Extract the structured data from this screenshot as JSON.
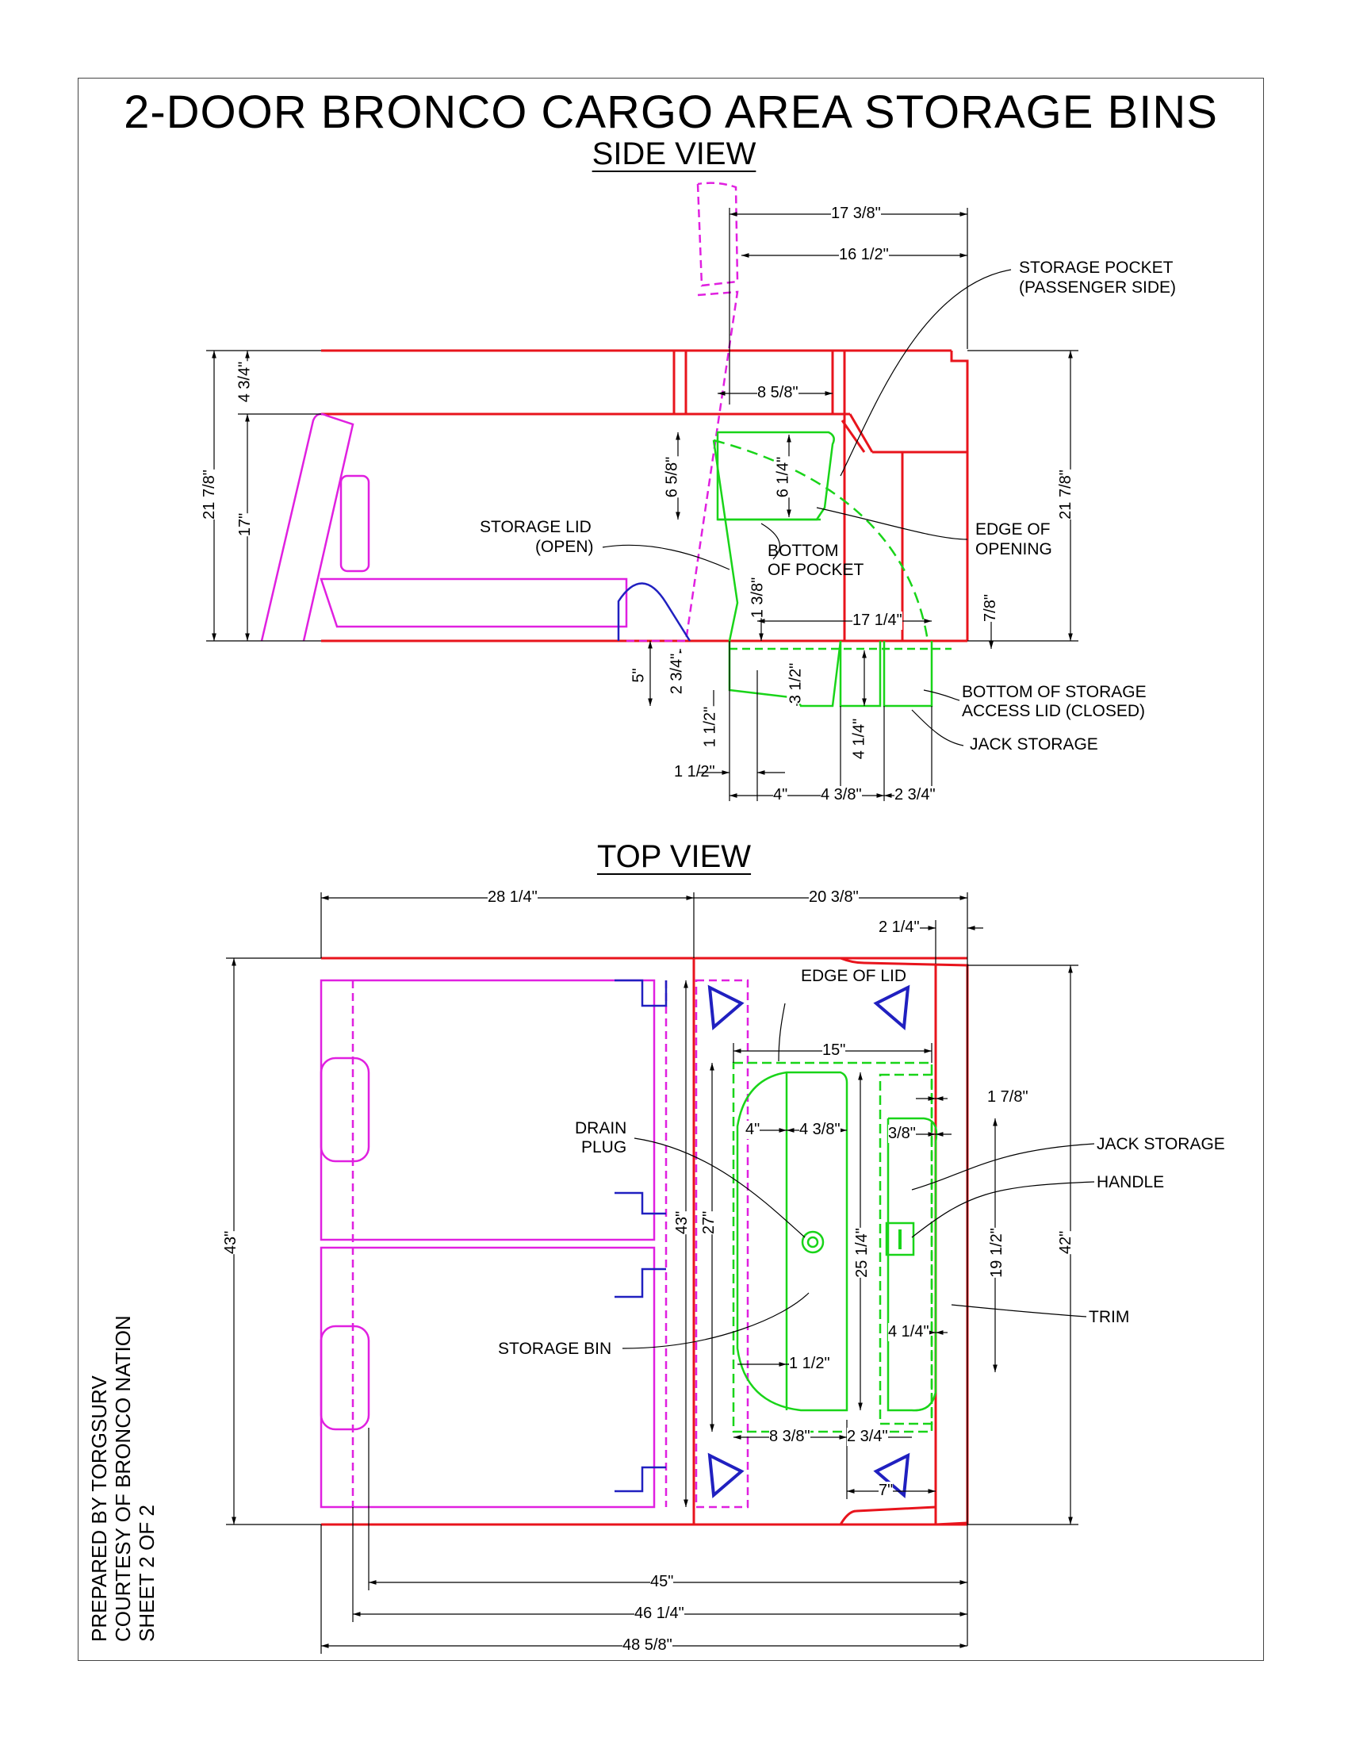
{
  "title": "2-DOOR BRONCO CARGO AREA STORAGE BINS",
  "side_view": {
    "heading": "SIDE VIEW",
    "labels": {
      "storage_pocket_1": "STORAGE POCKET",
      "storage_pocket_2": "(PASSENGER SIDE)",
      "storage_lid_1": "STORAGE LID",
      "storage_lid_2": "(OPEN)",
      "bottom_pocket_1": "BOTTOM",
      "bottom_pocket_2": "OF POCKET",
      "edge_opening_1": "EDGE OF",
      "edge_opening_2": "OPENING",
      "bottom_lid_1": "BOTTOM OF STORAGE",
      "bottom_lid_2": "ACCESS LID (CLOSED)",
      "jack_storage": "JACK STORAGE"
    },
    "dims": {
      "d_17_3_8": "17 3/8\"",
      "d_16_1_2": "16 1/2\"",
      "d_8_5_8": "8 5/8\"",
      "d_4_3_4": "4 3/4\"",
      "d_21_7_8_left": "21 7/8\"",
      "d_17": "17\"",
      "d_21_7_8_right": "21 7/8\"",
      "d_6_5_8": "6 5/8\"",
      "d_6_1_4": "6 1/4\"",
      "d_1_3_8": "1 3/8\"",
      "d_17_1_4": "17 1/4\"",
      "d_7_8": "7/8\"",
      "d_5": "5\"",
      "d_2_3_4": "2 3/4\"",
      "d_3_1_2": "3 1/2\"",
      "d_1_1_2_v": "1 1/2\"",
      "d_4_1_4": "4 1/4\"",
      "d_1_1_2_h": "1 1/2\"",
      "d_4": "4\"",
      "d_4_3_8": "4 3/8\"",
      "d_2_3_4_b": "2 3/4\""
    }
  },
  "top_view": {
    "heading": "TOP VIEW",
    "labels": {
      "edge_of_lid": "EDGE OF LID",
      "drain_plug_1": "DRAIN",
      "drain_plug_2": "PLUG",
      "jack_storage": "JACK STORAGE",
      "handle": "HANDLE",
      "storage_bin": "STORAGE BIN",
      "trim": "TRIM"
    },
    "dims": {
      "d_28_1_4": "28 1/4\"",
      "d_20_3_8": "20 3/8\"",
      "d_2_1_4": "2 1/4\"",
      "d_15": "15\"",
      "d_1_7_8": "1 7/8\"",
      "d_4": "4\"",
      "d_4_3_8": "4 3/8\"",
      "d_3_8": "3/8\"",
      "d_43_left": "43\"",
      "d_43_inner": "43\"",
      "d_27": "27\"",
      "d_25_1_4": "25 1/4\"",
      "d_19_1_2": "19 1/2\"",
      "d_42": "42\"",
      "d_4_1_4": "4 1/4\"",
      "d_1_1_2": "1 1/2\"",
      "d_8_3_8": "8 3/8\"",
      "d_2_3_4": "2 3/4\"",
      "d_7": "7\"",
      "d_45": "45\"",
      "d_46_1_4": "46 1/4\"",
      "d_48_5_8": "48 5/8\""
    }
  },
  "credits": {
    "line1": "PREPARED BY TORGSURV",
    "line2": "COURTESY OF BRONCO NATION",
    "line3": "SHEET 2 OF 2"
  },
  "colors": {
    "body_red": "#e8141c",
    "seat_magenta": "#e020e0",
    "bin_green": "#19d419",
    "hardware_blue": "#2020c0"
  }
}
